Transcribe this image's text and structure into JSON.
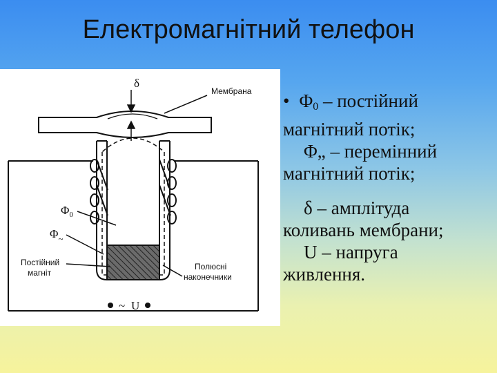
{
  "slide": {
    "title": "Електромагнітний телефон"
  },
  "diagram": {
    "labels": {
      "delta": "δ",
      "membrane": "Мембрана",
      "phi0": "Φ",
      "phi0_sub": "0",
      "phi_tilde": "Φ",
      "phi_tilde_sub": "~",
      "magnet_line1": "Постійний",
      "magnet_line2": "магніт",
      "poles_line1": "Полюсні",
      "poles_line2": "наконечники",
      "ac": "~",
      "voltage": "U"
    }
  },
  "legend": {
    "bullet": "•",
    "phi0_symbol": "Φ",
    "phi0_sub": "0",
    "phi0_text_a": " – постійний",
    "phi0_text_b": "магнітний потік;",
    "phi_symbol": "Φ",
    "phi_mark": "„",
    "phi_text_a": " – перемінний",
    "phi_text_b": "магнітний потік;",
    "delta_a": "δ – амплітуда",
    "delta_b": "коливань мембрани;",
    "u_a": "U – напруга",
    "u_b": "живлення."
  }
}
